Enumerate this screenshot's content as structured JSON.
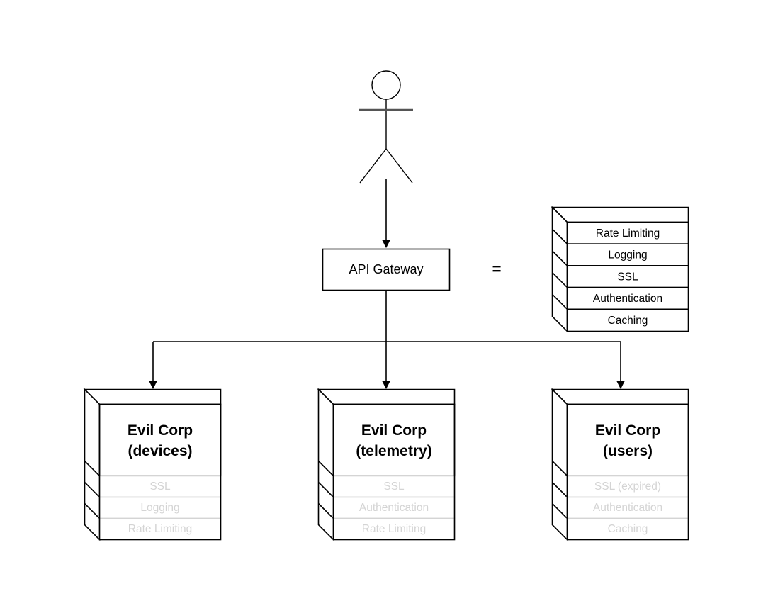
{
  "diagram": {
    "title": "API Gateway architecture diagram",
    "colors": {
      "stroke": "#000000",
      "background": "#ffffff",
      "muted_text": "#d4d4d4",
      "muted_stroke": "#d4d4d4"
    }
  },
  "actor": {
    "name": "user-actor",
    "label": ""
  },
  "gateway": {
    "label": "API Gateway"
  },
  "equals": {
    "symbol": "="
  },
  "legend_stack": {
    "name": "api-gateway-capabilities-stack",
    "layers": [
      {
        "label": "Rate Limiting"
      },
      {
        "label": "Logging"
      },
      {
        "label": "SSL"
      },
      {
        "label": "Authentication"
      },
      {
        "label": "Caching"
      }
    ]
  },
  "services": [
    {
      "id": "devices",
      "title_line1": "Evil Corp",
      "title_line2": "(devices)",
      "layers": [
        {
          "label": "SSL"
        },
        {
          "label": "Logging"
        },
        {
          "label": "Rate Limiting"
        }
      ]
    },
    {
      "id": "telemetry",
      "title_line1": "Evil Corp",
      "title_line2": "(telemetry)",
      "layers": [
        {
          "label": "SSL"
        },
        {
          "label": "Authentication"
        },
        {
          "label": "Rate Limiting"
        }
      ]
    },
    {
      "id": "users",
      "title_line1": "Evil Corp",
      "title_line2": "(users)",
      "layers": [
        {
          "label": "SSL (expired)"
        },
        {
          "label": "Authentication"
        },
        {
          "label": "Caching"
        }
      ]
    }
  ]
}
